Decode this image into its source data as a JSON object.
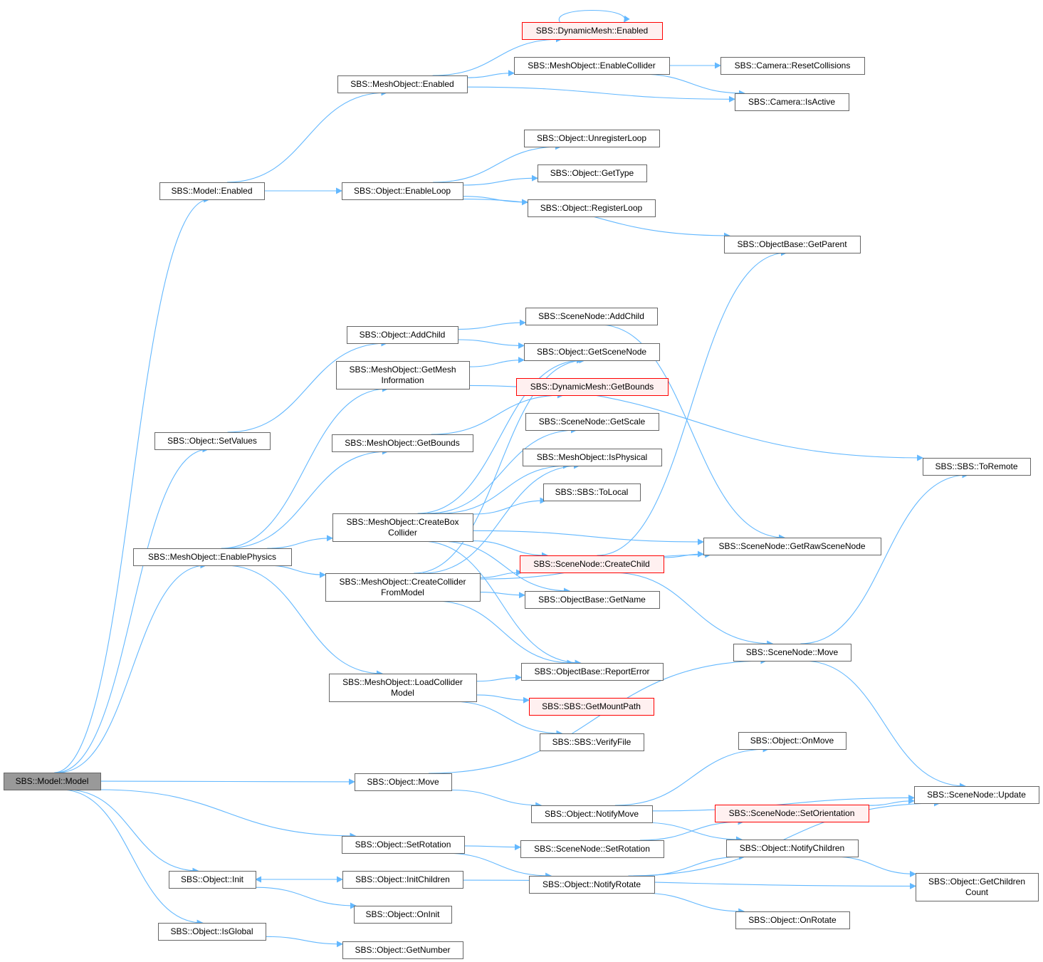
{
  "colors": {
    "edge": "#63b8ff",
    "node_border": "#666666",
    "node_fill": "#ffffff",
    "red_border": "#ff0000",
    "red_fill": "#fff0f0",
    "root_fill": "#999999"
  },
  "nodes": [
    {
      "id": "model_model",
      "lines": [
        "SBS::Model::Model"
      ],
      "style": "root"
    },
    {
      "id": "model_enabled",
      "lines": [
        "SBS::Model::Enabled"
      ],
      "style": "normal"
    },
    {
      "id": "meshobject_enabled",
      "lines": [
        "SBS::MeshObject::Enabled"
      ],
      "style": "normal"
    },
    {
      "id": "dynamicmesh_enabled",
      "lines": [
        "SBS::DynamicMesh::Enabled"
      ],
      "style": "red"
    },
    {
      "id": "meshobject_enablecollider",
      "lines": [
        "SBS::MeshObject::EnableCollider"
      ],
      "style": "normal"
    },
    {
      "id": "camera_resetcollisions",
      "lines": [
        "SBS::Camera::ResetCollisions"
      ],
      "style": "normal"
    },
    {
      "id": "camera_isactive",
      "lines": [
        "SBS::Camera::IsActive"
      ],
      "style": "normal"
    },
    {
      "id": "object_enableloop",
      "lines": [
        "SBS::Object::EnableLoop"
      ],
      "style": "normal"
    },
    {
      "id": "object_unregisterloop",
      "lines": [
        "SBS::Object::UnregisterLoop"
      ],
      "style": "normal"
    },
    {
      "id": "object_gettype",
      "lines": [
        "SBS::Object::GetType"
      ],
      "style": "normal"
    },
    {
      "id": "object_registerloop",
      "lines": [
        "SBS::Object::RegisterLoop"
      ],
      "style": "normal"
    },
    {
      "id": "objectbase_getparent",
      "lines": [
        "SBS::ObjectBase::GetParent"
      ],
      "style": "normal"
    },
    {
      "id": "object_addchild",
      "lines": [
        "SBS::Object::AddChild"
      ],
      "style": "normal"
    },
    {
      "id": "scenenode_addchild",
      "lines": [
        "SBS::SceneNode::AddChild"
      ],
      "style": "normal"
    },
    {
      "id": "object_getscenenode",
      "lines": [
        "SBS::Object::GetSceneNode"
      ],
      "style": "normal"
    },
    {
      "id": "meshobject_getmeshinformation",
      "lines": [
        "SBS::MeshObject::GetMesh",
        "Information"
      ],
      "style": "normal"
    },
    {
      "id": "dynamicmesh_getbounds",
      "lines": [
        "SBS::DynamicMesh::GetBounds"
      ],
      "style": "red"
    },
    {
      "id": "object_setvalues",
      "lines": [
        "SBS::Object::SetValues"
      ],
      "style": "normal"
    },
    {
      "id": "meshobject_getbounds",
      "lines": [
        "SBS::MeshObject::GetBounds"
      ],
      "style": "normal"
    },
    {
      "id": "scenenode_getscale",
      "lines": [
        "SBS::SceneNode::GetScale"
      ],
      "style": "normal"
    },
    {
      "id": "meshobject_isphysical",
      "lines": [
        "SBS::MeshObject::IsPhysical"
      ],
      "style": "normal"
    },
    {
      "id": "sbs_toremote",
      "lines": [
        "SBS::SBS::ToRemote"
      ],
      "style": "normal"
    },
    {
      "id": "sbs_tolocal",
      "lines": [
        "SBS::SBS::ToLocal"
      ],
      "style": "normal"
    },
    {
      "id": "meshobject_createboxcollider",
      "lines": [
        "SBS::MeshObject::CreateBox",
        "Collider"
      ],
      "style": "normal"
    },
    {
      "id": "scenenode_getrawscenenode",
      "lines": [
        "SBS::SceneNode::GetRawSceneNode"
      ],
      "style": "normal"
    },
    {
      "id": "meshobject_enablephysics",
      "lines": [
        "SBS::MeshObject::EnablePhysics"
      ],
      "style": "normal"
    },
    {
      "id": "scenenode_createchild",
      "lines": [
        "SBS::SceneNode::CreateChild"
      ],
      "style": "red"
    },
    {
      "id": "meshobject_createcolliderfrommodel",
      "lines": [
        "SBS::MeshObject::CreateCollider",
        "FromModel"
      ],
      "style": "normal"
    },
    {
      "id": "objectbase_getname",
      "lines": [
        "SBS::ObjectBase::GetName"
      ],
      "style": "normal"
    },
    {
      "id": "scenenode_move",
      "lines": [
        "SBS::SceneNode::Move"
      ],
      "style": "normal"
    },
    {
      "id": "objectbase_reporterror",
      "lines": [
        "SBS::ObjectBase::ReportError"
      ],
      "style": "normal"
    },
    {
      "id": "meshobject_loadcollidermodel",
      "lines": [
        "SBS::MeshObject::LoadCollider",
        "Model"
      ],
      "style": "normal"
    },
    {
      "id": "sbs_getmountpath",
      "lines": [
        "SBS::SBS::GetMountPath"
      ],
      "style": "red"
    },
    {
      "id": "sbs_verifyfile",
      "lines": [
        "SBS::SBS::VerifyFile"
      ],
      "style": "normal"
    },
    {
      "id": "object_onmove",
      "lines": [
        "SBS::Object::OnMove"
      ],
      "style": "normal"
    },
    {
      "id": "object_move",
      "lines": [
        "SBS::Object::Move"
      ],
      "style": "normal"
    },
    {
      "id": "scenenode_update",
      "lines": [
        "SBS::SceneNode::Update"
      ],
      "style": "normal"
    },
    {
      "id": "object_notifymove",
      "lines": [
        "SBS::Object::NotifyMove"
      ],
      "style": "normal"
    },
    {
      "id": "scenenode_setorientation",
      "lines": [
        "SBS::SceneNode::SetOrientation"
      ],
      "style": "red"
    },
    {
      "id": "object_setrotation",
      "lines": [
        "SBS::Object::SetRotation"
      ],
      "style": "normal"
    },
    {
      "id": "scenenode_setrotation",
      "lines": [
        "SBS::SceneNode::SetRotation"
      ],
      "style": "normal"
    },
    {
      "id": "object_notifychildren",
      "lines": [
        "SBS::Object::NotifyChildren"
      ],
      "style": "normal"
    },
    {
      "id": "object_init",
      "lines": [
        "SBS::Object::Init"
      ],
      "style": "normal"
    },
    {
      "id": "object_initchildren",
      "lines": [
        "SBS::Object::InitChildren"
      ],
      "style": "normal"
    },
    {
      "id": "object_notifyrotate",
      "lines": [
        "SBS::Object::NotifyRotate"
      ],
      "style": "normal"
    },
    {
      "id": "object_getchildrencount",
      "lines": [
        "SBS::Object::GetChildren",
        "Count"
      ],
      "style": "normal"
    },
    {
      "id": "object_oninit",
      "lines": [
        "SBS::Object::OnInit"
      ],
      "style": "normal"
    },
    {
      "id": "object_onrotate",
      "lines": [
        "SBS::Object::OnRotate"
      ],
      "style": "normal"
    },
    {
      "id": "object_isglobal",
      "lines": [
        "SBS::Object::IsGlobal"
      ],
      "style": "normal"
    },
    {
      "id": "object_getnumber",
      "lines": [
        "SBS::Object::GetNumber"
      ],
      "style": "normal"
    }
  ],
  "edges": [
    {
      "from": "model_model",
      "to": "model_enabled"
    },
    {
      "from": "model_model",
      "to": "object_setvalues"
    },
    {
      "from": "model_model",
      "to": "meshobject_enablephysics"
    },
    {
      "from": "model_model",
      "to": "object_move"
    },
    {
      "from": "model_model",
      "to": "object_setrotation"
    },
    {
      "from": "model_model",
      "to": "object_init"
    },
    {
      "from": "model_model",
      "to": "object_isglobal"
    },
    {
      "from": "model_enabled",
      "to": "meshobject_enabled"
    },
    {
      "from": "model_enabled",
      "to": "object_enableloop"
    },
    {
      "from": "meshobject_enabled",
      "to": "dynamicmesh_enabled"
    },
    {
      "from": "meshobject_enabled",
      "to": "meshobject_enablecollider"
    },
    {
      "from": "meshobject_enabled",
      "to": "camera_isactive"
    },
    {
      "from": "dynamicmesh_enabled",
      "to": "dynamicmesh_enabled"
    },
    {
      "from": "meshobject_enablecollider",
      "to": "camera_resetcollisions"
    },
    {
      "from": "meshobject_enablecollider",
      "to": "camera_isactive"
    },
    {
      "from": "object_enableloop",
      "to": "object_unregisterloop"
    },
    {
      "from": "object_enableloop",
      "to": "object_gettype"
    },
    {
      "from": "object_enableloop",
      "to": "object_registerloop"
    },
    {
      "from": "object_enableloop",
      "to": "objectbase_getparent"
    },
    {
      "from": "object_setvalues",
      "to": "object_addchild"
    },
    {
      "from": "object_addchild",
      "to": "scenenode_addchild"
    },
    {
      "from": "object_addchild",
      "to": "object_getscenenode"
    },
    {
      "from": "scenenode_addchild",
      "to": "scenenode_getrawscenenode"
    },
    {
      "from": "meshobject_enablephysics",
      "to": "meshobject_getmeshinformation"
    },
    {
      "from": "meshobject_enablephysics",
      "to": "meshobject_getbounds"
    },
    {
      "from": "meshobject_enablephysics",
      "to": "meshobject_createboxcollider"
    },
    {
      "from": "meshobject_enablephysics",
      "to": "meshobject_createcolliderfrommodel"
    },
    {
      "from": "meshobject_enablephysics",
      "to": "meshobject_loadcollidermodel"
    },
    {
      "from": "meshobject_getmeshinformation",
      "to": "object_getscenenode"
    },
    {
      "from": "meshobject_getmeshinformation",
      "to": "sbs_toremote"
    },
    {
      "from": "meshobject_getbounds",
      "to": "dynamicmesh_getbounds"
    },
    {
      "from": "meshobject_createboxcollider",
      "to": "object_getscenenode"
    },
    {
      "from": "meshobject_createboxcollider",
      "to": "scenenode_getscale"
    },
    {
      "from": "meshobject_createboxcollider",
      "to": "meshobject_isphysical"
    },
    {
      "from": "meshobject_createboxcollider",
      "to": "sbs_tolocal"
    },
    {
      "from": "meshobject_createboxcollider",
      "to": "scenenode_getrawscenenode"
    },
    {
      "from": "meshobject_createboxcollider",
      "to": "scenenode_createchild"
    },
    {
      "from": "meshobject_createboxcollider",
      "to": "objectbase_getname"
    },
    {
      "from": "meshobject_createboxcollider",
      "to": "objectbase_reporterror"
    },
    {
      "from": "meshobject_createcolliderfrommodel",
      "to": "object_getscenenode"
    },
    {
      "from": "meshobject_createcolliderfrommodel",
      "to": "meshobject_isphysical"
    },
    {
      "from": "meshobject_createcolliderfrommodel",
      "to": "scenenode_createchild"
    },
    {
      "from": "meshobject_createcolliderfrommodel",
      "to": "objectbase_getname"
    },
    {
      "from": "meshobject_createcolliderfrommodel",
      "to": "scenenode_getrawscenenode"
    },
    {
      "from": "meshobject_createcolliderfrommodel",
      "to": "objectbase_reporterror"
    },
    {
      "from": "scenenode_createchild",
      "to": "objectbase_getparent"
    },
    {
      "from": "scenenode_createchild",
      "to": "scenenode_getrawscenenode"
    },
    {
      "from": "scenenode_createchild",
      "to": "scenenode_move"
    },
    {
      "from": "meshobject_loadcollidermodel",
      "to": "objectbase_reporterror"
    },
    {
      "from": "meshobject_loadcollidermodel",
      "to": "sbs_getmountpath"
    },
    {
      "from": "meshobject_loadcollidermodel",
      "to": "sbs_verifyfile"
    },
    {
      "from": "scenenode_move",
      "to": "sbs_toremote"
    },
    {
      "from": "scenenode_move",
      "to": "scenenode_update"
    },
    {
      "from": "object_move",
      "to": "scenenode_move"
    },
    {
      "from": "object_move",
      "to": "object_notifymove"
    },
    {
      "from": "object_notifymove",
      "to": "object_onmove"
    },
    {
      "from": "object_notifymove",
      "to": "scenenode_update"
    },
    {
      "from": "object_notifymove",
      "to": "object_notifychildren"
    },
    {
      "from": "scenenode_setorientation",
      "to": "scenenode_update"
    },
    {
      "from": "object_setrotation",
      "to": "scenenode_setrotation"
    },
    {
      "from": "object_setrotation",
      "to": "object_notifyrotate"
    },
    {
      "from": "scenenode_setrotation",
      "to": "scenenode_setorientation"
    },
    {
      "from": "object_notifyrotate",
      "to": "object_notifychildren"
    },
    {
      "from": "object_notifyrotate",
      "to": "scenenode_update"
    },
    {
      "from": "object_notifyrotate",
      "to": "object_onrotate"
    },
    {
      "from": "object_notifychildren",
      "to": "object_getchildrencount"
    },
    {
      "from": "object_init",
      "to": "object_initchildren"
    },
    {
      "from": "object_init",
      "to": "object_oninit"
    },
    {
      "from": "object_initchildren",
      "to": "object_init"
    },
    {
      "from": "object_initchildren",
      "to": "object_getchildrencount"
    },
    {
      "from": "object_isglobal",
      "to": "object_getnumber"
    }
  ]
}
